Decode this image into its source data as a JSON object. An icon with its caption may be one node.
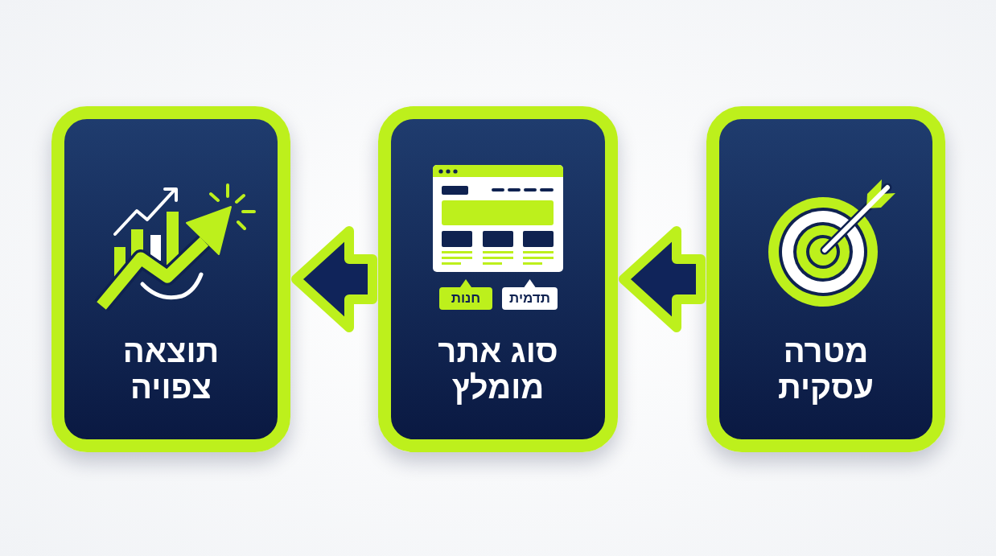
{
  "diagram": {
    "nodes": [
      {
        "text": [
          "מטרה עסקית"
        ]
      },
      {
        "text": [
          "סוג אתר מומלץ"
        ]
      },
      {
        "text": [
          "תדמית"
        ],
        "in": 1
      },
      {
        "text": [
          "חנות"
        ],
        "in": 1
      },
      {
        "text": [
          "תוצאה צפויה"
        ]
      }
    ],
    "edges": [
      {
        "from": 0,
        "to": 1,
        "arrow": "to"
      },
      {
        "from": 1,
        "to": 4,
        "arrow": "to"
      }
    ]
  }
}
